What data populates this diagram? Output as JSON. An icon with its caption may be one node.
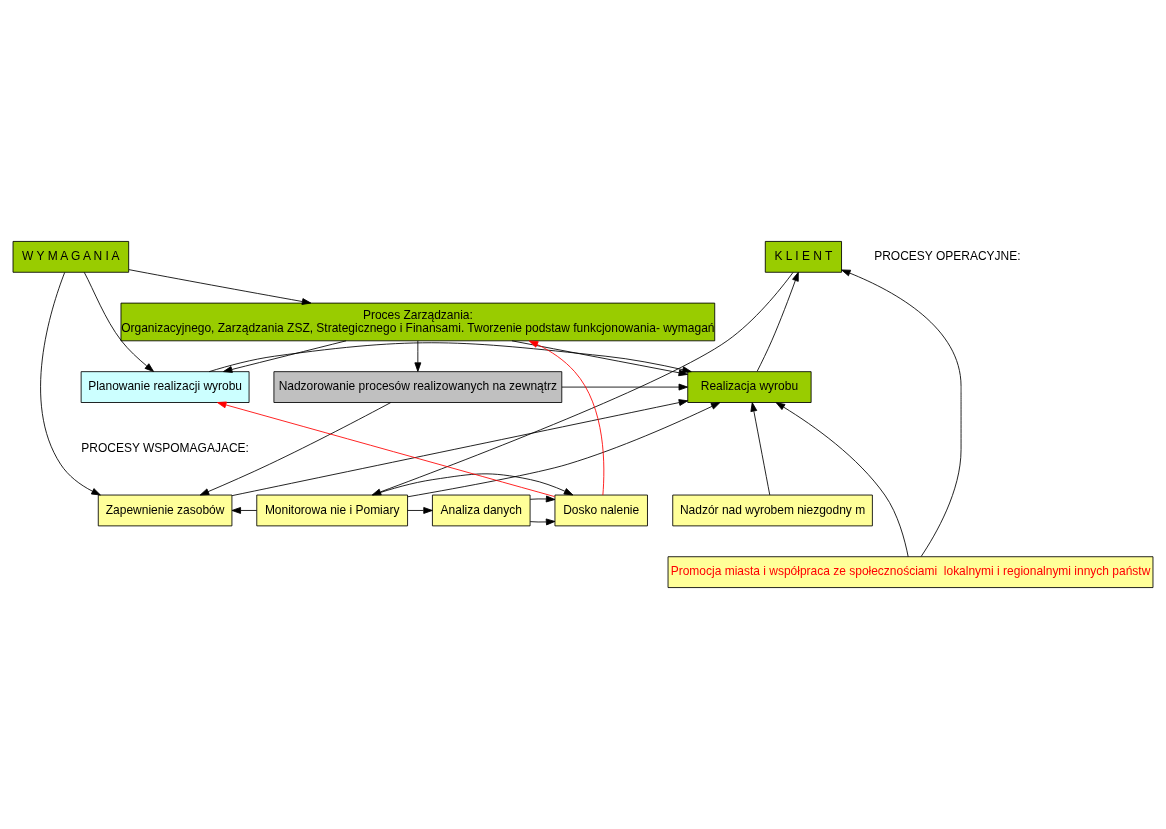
{
  "diagram": {
    "nodes": [
      {
        "text": [
          "W Y M A G A N I A"
        ]
      },
      {
        "text": [
          "Proces Zarządzania:",
          "Organizacyjnego, Zarządzania ZSZ, Strategicznego i Finansami. Tworzenie podstaw funkcjonowania- wymagań"
        ]
      },
      {
        "text": [
          "K L I E N T"
        ]
      },
      {
        "text": [
          "Planowanie realizacji wyrobu"
        ]
      },
      {
        "text": [
          "Realizacja wyrobu"
        ]
      },
      {
        "text": [
          "Nadzorowanie procesów realizowanych na zewnątrz"
        ]
      },
      {
        "text": [
          "Zapewnienie zasobów"
        ]
      },
      {
        "text": [
          "Monitorowa nie i Pomiary"
        ]
      },
      {
        "text": [
          "Nadzór nad wyrobem niezgodny m"
        ]
      },
      {
        "text": [
          "Analiza danych"
        ]
      },
      {
        "text": [
          "Dosko nalenie"
        ]
      },
      {
        "text": [
          "Promocja miasta i współpraca ze społecznościami  lokalnymi i regionalnymi innych państw"
        ]
      }
    ],
    "edges": [
      {
        "from": 0,
        "to": 1,
        "arrow": "to"
      },
      {
        "from": 1,
        "to": 3,
        "arrow": "to"
      },
      {
        "from": 1,
        "to": 4,
        "arrow": "to"
      },
      {
        "from": 1,
        "to": 5,
        "arrow": "to"
      },
      {
        "from": 0,
        "to": 3,
        "arrow": "to"
      },
      {
        "from": 3,
        "to": 4,
        "arrow": "to"
      },
      {
        "from": 4,
        "to": 2,
        "arrow": "to"
      },
      {
        "from": 5,
        "to": 4,
        "arrow": "to"
      },
      {
        "from": 10,
        "to": 1,
        "arrow": "to",
        "color": "#ff0000"
      },
      {
        "from": 10,
        "to": 3,
        "arrow": "to",
        "color": "#ff0000"
      },
      {
        "from": 11,
        "to": 4,
        "arrow": "to"
      },
      {
        "from": 6,
        "to": 4,
        "arrow": "to"
      },
      {
        "from": 5,
        "to": 6,
        "arrow": "to"
      },
      {
        "from": 7,
        "to": 4,
        "arrow": "to"
      },
      {
        "from": 8,
        "to": 4,
        "arrow": "to"
      },
      {
        "from": 0,
        "to": 6,
        "arrow": "to"
      },
      {
        "from": 7,
        "to": 6,
        "arrow": "to"
      },
      {
        "from": 7,
        "to": 9,
        "arrow": "to"
      },
      {
        "from": 7,
        "to": 10,
        "arrow": "to"
      },
      {
        "from": 9,
        "to": 10,
        "arrow": "to"
      },
      {
        "from": 9,
        "to": 10,
        "arrow": "to"
      },
      {
        "from": 2,
        "to": 7,
        "arrow": "to"
      },
      {
        "from": 11,
        "to": 2,
        "arrow": "to"
      }
    ],
    "labels": [
      "PROCESY OPERACYJNE:",
      "PROCESY WSPOMAGAJACE:"
    ]
  }
}
